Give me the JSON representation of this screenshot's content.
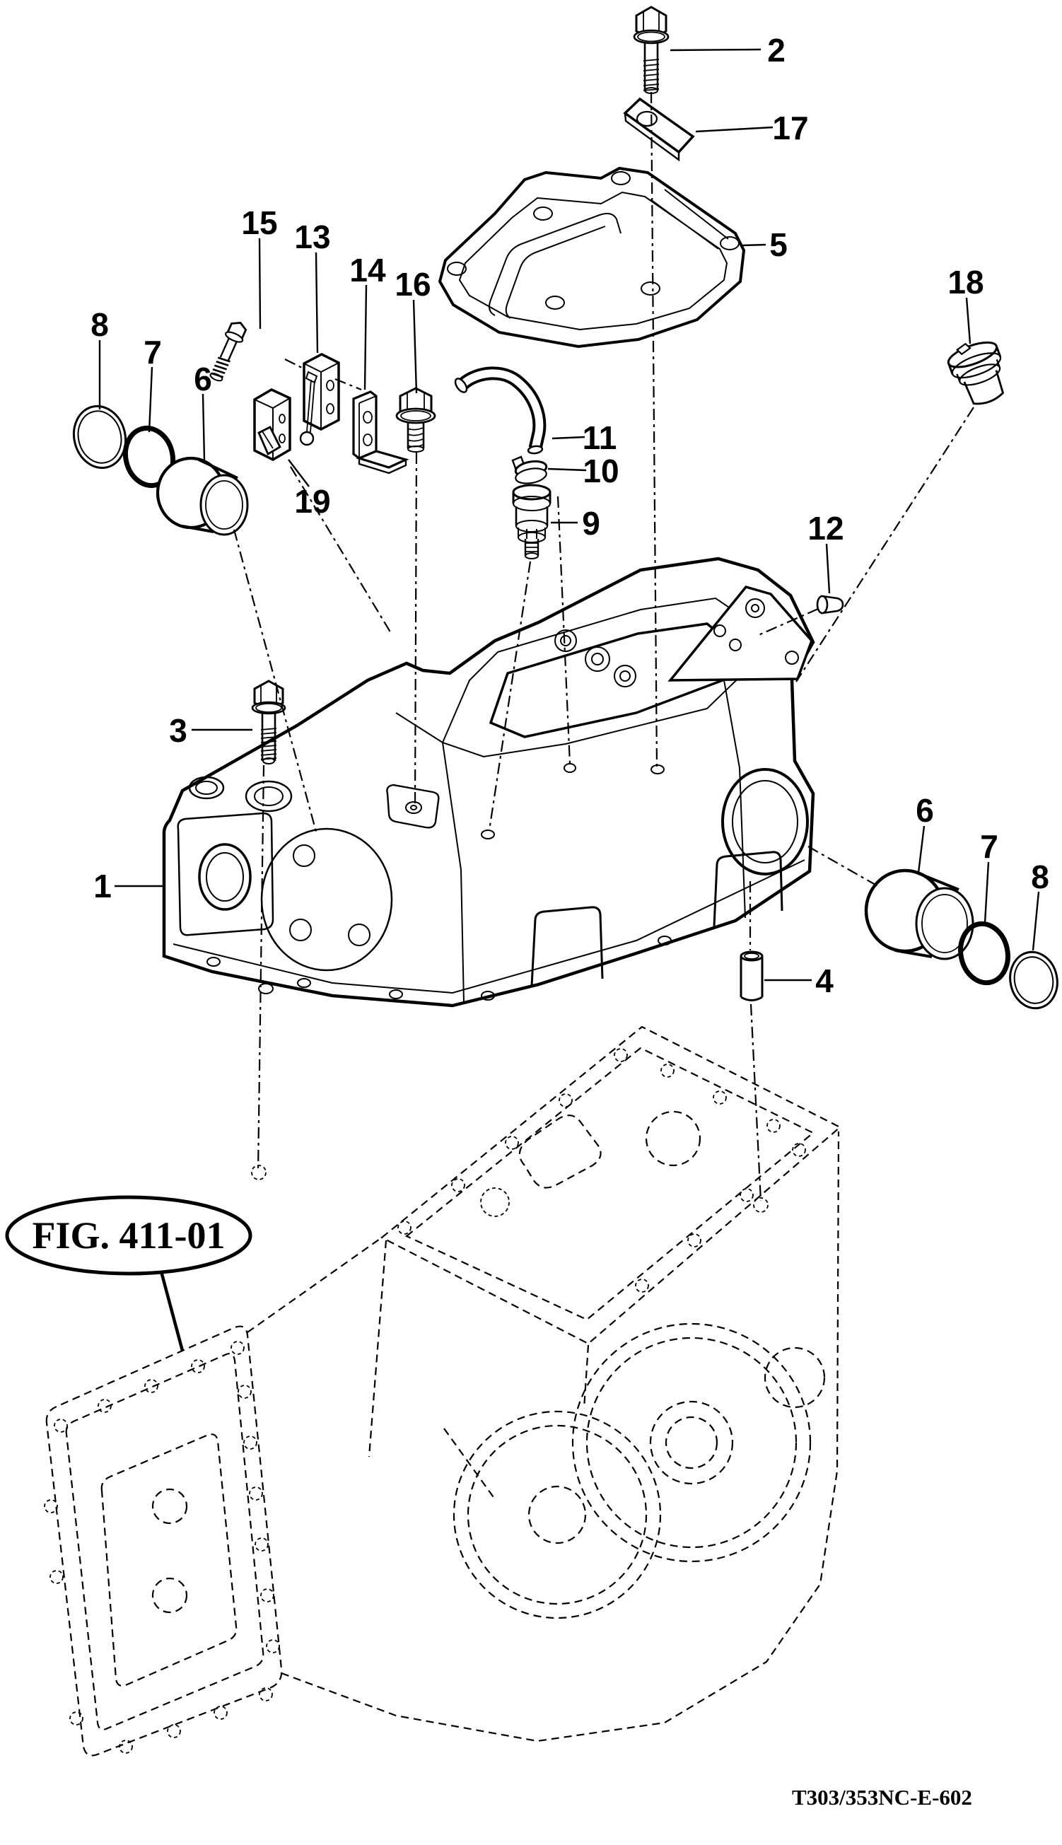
{
  "figure": {
    "reference_bubble": "FIG. 411-01",
    "drawing_code": "T303/353NC-E-602"
  },
  "callouts": {
    "1": "1",
    "2": "2",
    "3": "3",
    "4": "4",
    "5": "5",
    "6": "6",
    "7": "7",
    "8": "8",
    "9": "9",
    "10": "10",
    "11": "11",
    "12": "12",
    "13": "13",
    "14": "14",
    "15": "15",
    "16": "16",
    "17": "17",
    "18": "18",
    "19": "19"
  },
  "colors": {
    "line": "#000000",
    "background": "#ffffff"
  }
}
